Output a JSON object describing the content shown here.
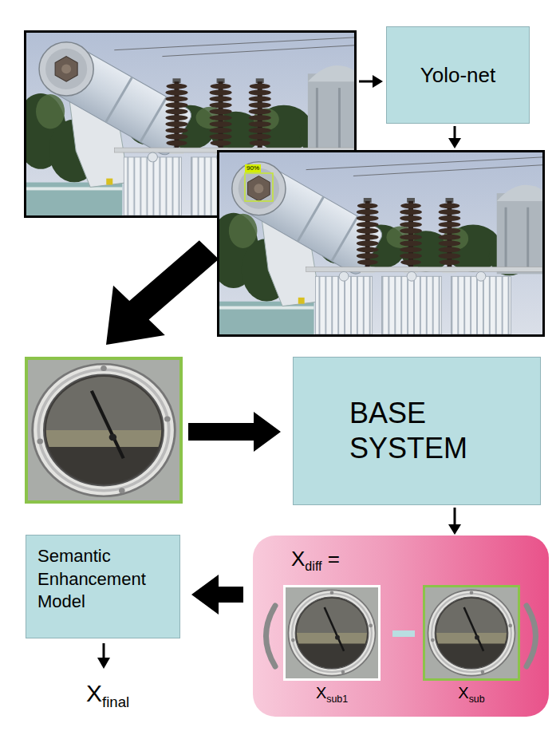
{
  "diagram": {
    "nodes": [
      {
        "text": [
          "Yolo-net"
        ]
      },
      {
        "text": [
          "BASE SYSTEM"
        ]
      },
      {
        "text": [
          "Xdiff ="
        ]
      },
      {
        "text": [
          "Xsub1"
        ],
        "in": 2
      },
      {
        "text": [
          "Xsub"
        ],
        "in": 2
      },
      {
        "text": [
          "Semantic Enhancement Model"
        ]
      }
    ],
    "edges": [
      {
        "from": 1,
        "to": 2,
        "arrow": "to"
      },
      {
        "from": 2,
        "to": 5,
        "arrow": "to"
      }
    ],
    "labels": [
      "90%",
      "Xfinal"
    ]
  }
}
